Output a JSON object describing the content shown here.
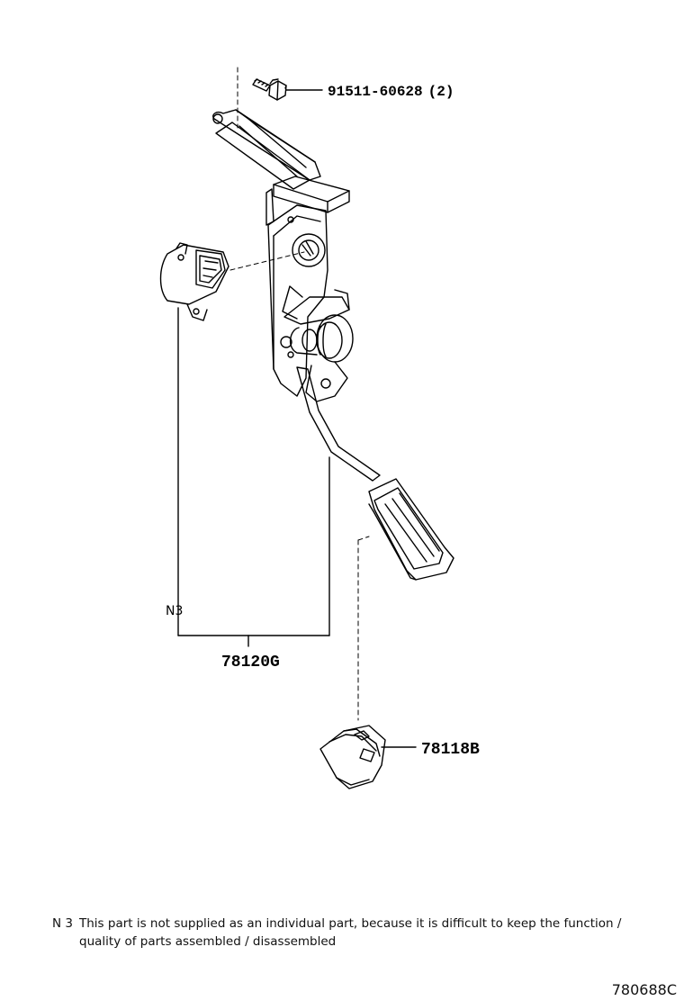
{
  "parts": {
    "bolt": {
      "number": "91511-60628",
      "qty": "(2)"
    },
    "pedal_assembly": {
      "number": "78120G",
      "note_tag": "N3"
    },
    "stopper": {
      "number": "78118B"
    }
  },
  "note": {
    "ref": "N 3",
    "line1": "This part is not supplied as an individual part, because it is difficult to keep the function /",
    "line2": "quality of parts assembled / disassembled"
  },
  "figure_code": "780688C"
}
